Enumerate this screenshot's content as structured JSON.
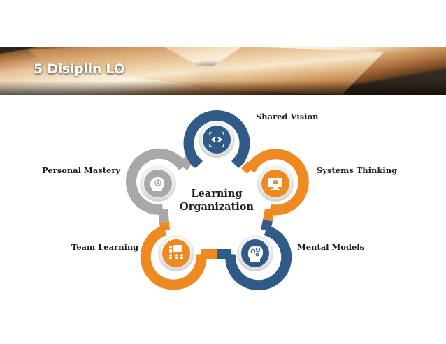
{
  "banner": {
    "title": "5 Disiplin LO"
  },
  "diagram": {
    "center_title_line1": "Learning",
    "center_title_line2": "Organization",
    "colors": {
      "blue": "#2f5b86",
      "orange": "#ef8a22",
      "gray": "#a8a8a8",
      "ring_light": "#e6e6e6"
    },
    "nodes": [
      {
        "id": "shared-vision",
        "label": "Shared Vision",
        "color": "blue",
        "icon": "eye-focus-icon"
      },
      {
        "id": "systems-thinking",
        "label": "Systems Thinking",
        "color": "orange",
        "icon": "monitor-brain-icon"
      },
      {
        "id": "mental-models",
        "label": "Mental Models",
        "color": "blue",
        "icon": "head-gears-icon"
      },
      {
        "id": "team-learning",
        "label": "Team Learning",
        "color": "orange",
        "icon": "presentation-team-icon"
      },
      {
        "id": "personal-mastery",
        "label": "Personal Mastery",
        "color": "gray",
        "icon": "head-target-icon"
      }
    ]
  }
}
